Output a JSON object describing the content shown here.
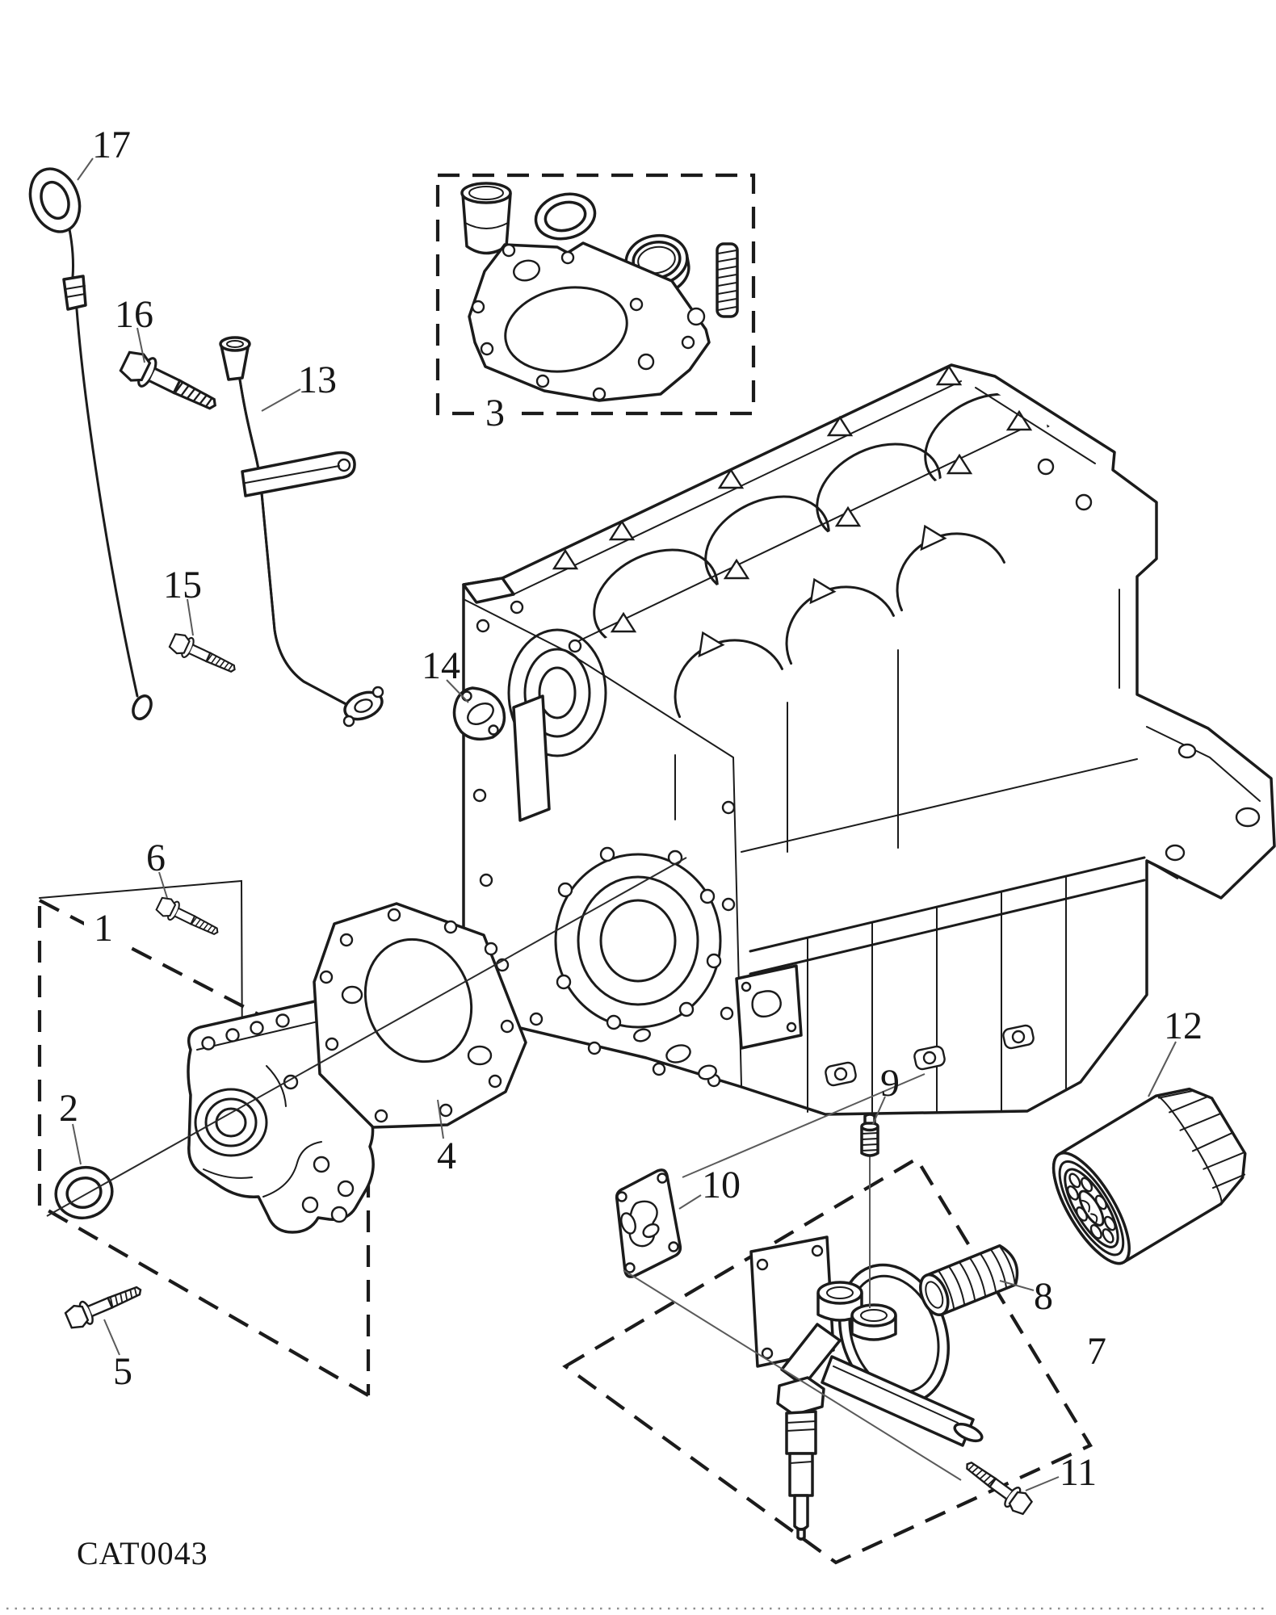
{
  "page": {
    "background": "#ffffff",
    "ink": "#1b1b1b",
    "leader_color": "#5a5a5a",
    "code": "CAT0043"
  },
  "callouts": [
    {
      "num": "17"
    },
    {
      "num": "16"
    },
    {
      "num": "13"
    },
    {
      "num": "15"
    },
    {
      "num": "14"
    },
    {
      "num": "3"
    },
    {
      "num": "6"
    },
    {
      "num": "1"
    },
    {
      "num": "2"
    },
    {
      "num": "4"
    },
    {
      "num": "5"
    },
    {
      "num": "10"
    },
    {
      "num": "9"
    },
    {
      "num": "12"
    },
    {
      "num": "8"
    },
    {
      "num": "7"
    },
    {
      "num": "11"
    }
  ]
}
